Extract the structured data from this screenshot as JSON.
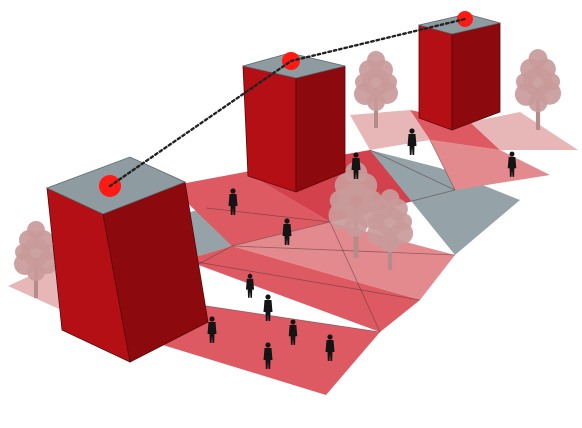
{
  "colors": {
    "background": "#ffffff",
    "tile_dark_red": "#d3414c",
    "tile_red": "#de5a62",
    "tile_light_red": "#e38a8e",
    "tile_pink": "#e7b7b8",
    "tile_gray": "#95a2a8",
    "tower_side_light": "#b50f16",
    "tower_side_dark": "#8c0a0e",
    "tower_roof": "#8e9ca2",
    "marker": "#ff1a14",
    "sightline": "#222222",
    "tree": "#c99a9a",
    "tree_trunk": "#b58c8c",
    "person": "#141414"
  },
  "ground_tiles": [
    {
      "name": "tile-front-left",
      "shade": "tile_pink"
    },
    {
      "name": "tile-front-center",
      "shade": "tile_red"
    },
    {
      "name": "tile-mid-left",
      "shade": "tile_gray"
    },
    {
      "name": "tile-mid-center",
      "shade": "tile_red"
    },
    {
      "name": "tile-mid-right",
      "shade": "tile_light_red"
    },
    {
      "name": "tile-back-left",
      "shade": "tile_red"
    },
    {
      "name": "tile-back-center",
      "shade": "tile_dark_red"
    },
    {
      "name": "tile-back-right",
      "shade": "tile_gray"
    },
    {
      "name": "tile-far-left",
      "shade": "tile_pink"
    },
    {
      "name": "tile-far-center",
      "shade": "tile_red"
    },
    {
      "name": "tile-far-right",
      "shade": "tile_light_red"
    },
    {
      "name": "tile-end-center",
      "shade": "tile_pink"
    }
  ],
  "towers": [
    {
      "name": "tower-front",
      "has_marker": true
    },
    {
      "name": "tower-middle",
      "has_marker": true
    },
    {
      "name": "tower-back",
      "has_marker": true
    }
  ],
  "sightline": {
    "style": "dotted",
    "connects": [
      "tower-front",
      "tower-middle",
      "tower-back"
    ]
  },
  "trees": [
    {
      "name": "tree-front-left"
    },
    {
      "name": "tree-center"
    },
    {
      "name": "tree-center-right"
    },
    {
      "name": "tree-back-left"
    },
    {
      "name": "tree-back-right"
    }
  ],
  "people_count": 11
}
